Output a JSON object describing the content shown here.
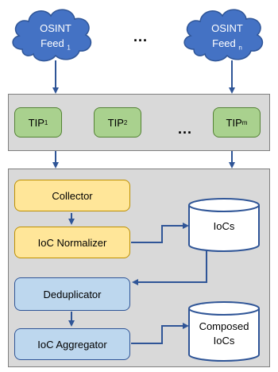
{
  "feeds": [
    {
      "label": "OSINT",
      "sub_prefix": "Feed",
      "sub": "1"
    },
    {
      "label": "OSINT",
      "sub_prefix": "Feed",
      "sub": "n"
    }
  ],
  "feeds_ellipsis": "...",
  "tips": [
    {
      "label": "TIP",
      "sub": "1"
    },
    {
      "label": "TIP",
      "sub": "2"
    },
    {
      "label": "TIP",
      "sub": "m"
    }
  ],
  "tips_ellipsis": "...",
  "pipeline": {
    "collector": "Collector",
    "normalizer": "IoC Normalizer",
    "deduplicator": "Deduplicator",
    "aggregator": "IoC Aggregator"
  },
  "stores": {
    "iocs": "IoCs",
    "composed_line1": "Composed",
    "composed_line2": "IoCs"
  },
  "colors": {
    "cloud": "#4472c4",
    "arrow": "#2f5597",
    "panel": "#d9d9d9",
    "tip": "#a9d18e",
    "yellow": "#ffe699",
    "blue": "#bdd7ee"
  }
}
